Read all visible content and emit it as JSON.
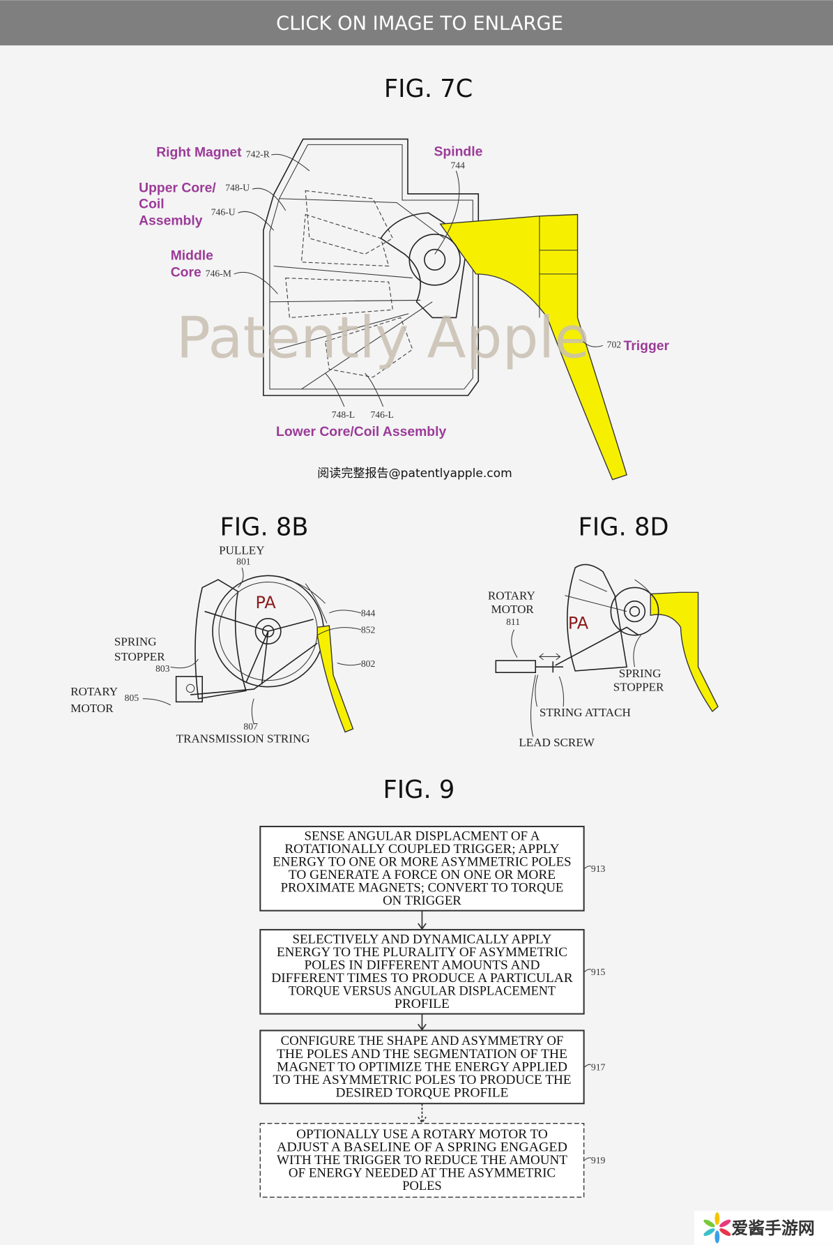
{
  "header": {
    "banner": "CLICK ON IMAGE TO ENLARGE"
  },
  "fig7c": {
    "title": "FIG. 7C",
    "labels": {
      "right_magnet": "Right Magnet",
      "upper_core_1": "Upper Core/",
      "upper_core_2": "Coil",
      "upper_core_3": "Assembly",
      "middle_core_1": "Middle",
      "middle_core_2": "Core",
      "spindle": "Spindle",
      "trigger": "Trigger",
      "lower_core": "Lower Core/Coil Assembly"
    },
    "refs": {
      "r742": "742-R",
      "r748u": "748-U",
      "r746u": "746-U",
      "r746m": "746-M",
      "r744": "744",
      "r702": "702",
      "r748l": "748-L",
      "r746l": "746-L"
    },
    "watermark": "Patently Apple",
    "footer": "阅读完整报告@patentlyapple.com"
  },
  "fig8b": {
    "title": "FIG. 8B",
    "pa": "PA",
    "pulley": "PULLEY",
    "r801": "801",
    "spring_1": "SPRING",
    "spring_2": "STOPPER",
    "r803": "803",
    "rotary_1": "ROTARY",
    "rotary_2": "MOTOR",
    "r805": "805",
    "r807": "807",
    "transmission": "TRANSMISSION STRING",
    "r844": "844",
    "r852": "852",
    "r802": "802"
  },
  "fig8d": {
    "title": "FIG. 8D",
    "pa": "PA",
    "rotary_1": "ROTARY",
    "rotary_2": "MOTOR",
    "r811": "811",
    "spring_1": "SPRING",
    "spring_2": "STOPPER",
    "string_attach": "STRING ATTACH",
    "lead_screw": "LEAD SCREW"
  },
  "fig9": {
    "title": "FIG. 9",
    "steps": [
      {
        "ref": "913",
        "lines": [
          "SENSE ANGULAR DISPLACMENT OF A",
          "ROTATIONALLY COUPLED TRIGGER; APPLY",
          "ENERGY TO ONE OR MORE ASYMMETRIC POLES",
          "TO GENERATE A FORCE ON ONE OR MORE",
          "PROXIMATE MAGNETS; CONVERT TO TORQUE",
          "ON TRIGGER"
        ]
      },
      {
        "ref": "915",
        "lines": [
          "SELECTIVELY AND DYNAMICALLY APPLY",
          "ENERGY TO THE PLURALITY OF ASYMMETRIC",
          "POLES IN DIFFERENT AMOUNTS AND",
          "DIFFERENT TIMES TO PRODUCE A PARTICULAR",
          "TORQUE VERSUS ANGULAR DISPLACEMENT",
          "PROFILE"
        ]
      },
      {
        "ref": "917",
        "lines": [
          "CONFIGURE THE SHAPE AND ASYMMETRY OF",
          "THE POLES AND THE SEGMENTATION OF THE",
          "MAGNET TO OPTIMIZE THE ENERGY APPLIED",
          "TO THE ASYMMETRIC POLES TO PRODUCE THE",
          "DESIRED TORQUE PROFILE"
        ]
      },
      {
        "ref": "919",
        "lines": [
          "OPTIONALLY USE A ROTARY MOTOR TO",
          "ADJUST A BASELINE OF A SPRING ENGAGED",
          "WITH THE TRIGGER TO REDUCE THE AMOUNT",
          "OF ENERGY NEEDED AT THE ASYMMETRIC",
          "POLES"
        ]
      }
    ]
  },
  "logo": {
    "text": "爱酱手游网"
  },
  "colors": {
    "accent_label": "#9b3a98",
    "trigger_yellow": "#f6f000",
    "banner": "#7f7f7f"
  }
}
